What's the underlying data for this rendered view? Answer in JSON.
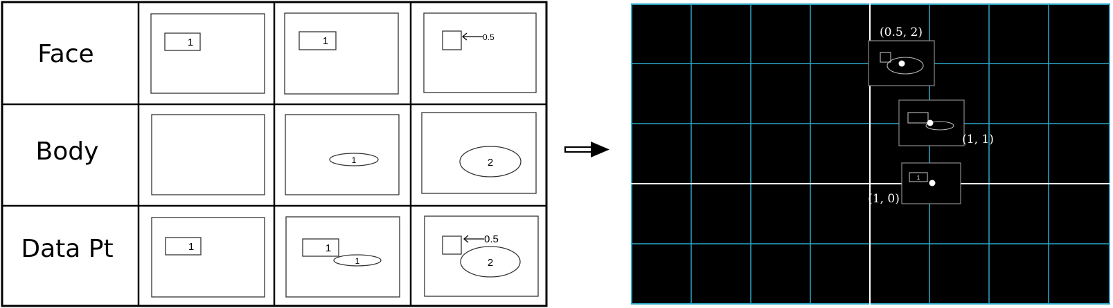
{
  "table": {
    "rows": [
      {
        "label": "Face"
      },
      {
        "label": "Body"
      },
      {
        "label": "Data Pt"
      }
    ],
    "cells": {
      "face_1": "1",
      "face_2": "1",
      "face_3_arrow": "0.5",
      "body_2": "1",
      "body_3": "2",
      "data_1": "1",
      "data_2_rect": "1",
      "data_2_ellipse": "1",
      "data_3_arrow": "0.5",
      "data_3_ellipse": "2"
    }
  },
  "plane": {
    "background": "#000000",
    "grid_color": "#2aa7c9",
    "axis_color": "#ffffff",
    "points": [
      {
        "label": "(0.5, 2)"
      },
      {
        "label": "(1, 1)"
      },
      {
        "label": "(1, 0)",
        "inner": "1"
      }
    ]
  }
}
